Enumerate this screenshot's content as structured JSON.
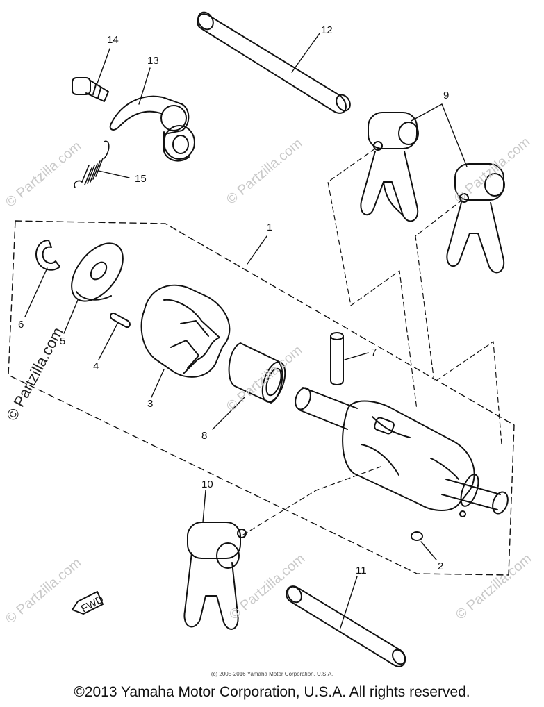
{
  "watermark": "© Partzilla.com",
  "callouts": {
    "c1": "1",
    "c2": "2",
    "c3": "3",
    "c4": "4",
    "c5": "5",
    "c6": "6",
    "c7": "7",
    "c8": "8",
    "c9": "9",
    "c10": "10",
    "c11": "11",
    "c12": "12",
    "c13": "13",
    "c14": "14",
    "c15": "15"
  },
  "fwd_label": "FWD",
  "fine_print": "(c) 2005-2016 Yamaha Motor Corporation, U.S.A.",
  "copyright": "©2013 Yamaha Motor Corporation, U.S.A. All rights reserved."
}
